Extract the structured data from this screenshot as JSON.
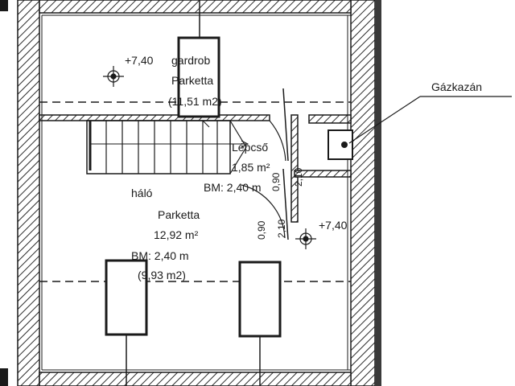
{
  "floor_plan": {
    "rooms": [
      {
        "name": "gardrob",
        "floor": "Parketta",
        "area": "(11,51 m2)",
        "level_mark": "+7,40"
      },
      {
        "name": "háló",
        "floor": "Parketta",
        "area": "12,92 m²",
        "ceiling": "BM: 2,40 m",
        "reduced_area": "(9,93 m2)"
      },
      {
        "name": "Lépcső",
        "area": "1,85 m²",
        "ceiling": "BM: 2,40 m",
        "level_mark": "+7,40"
      }
    ],
    "door_dims": [
      "0,90",
      "2,10",
      "0,90",
      "2,10"
    ],
    "callout": "Gázkazán",
    "colors": {
      "line": "#1a1a1a",
      "paper": "#ffffff",
      "hatch": "#2a2a2a"
    }
  }
}
